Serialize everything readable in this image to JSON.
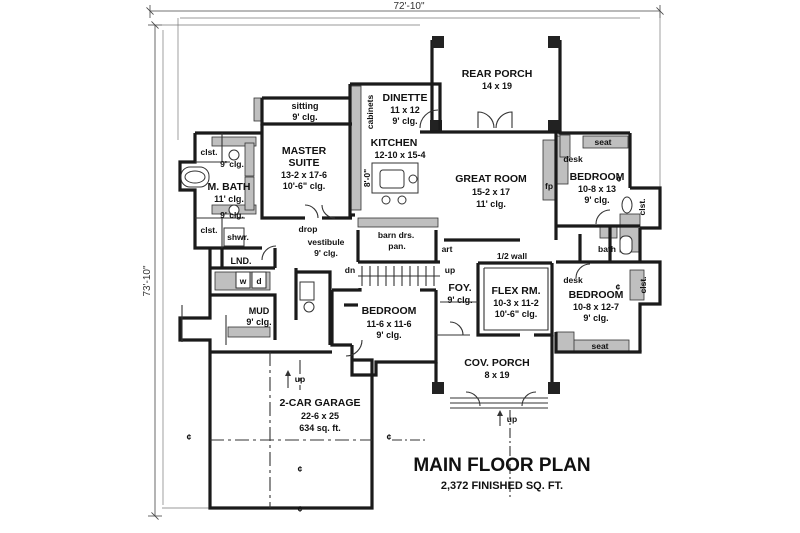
{
  "title": "MAIN FLOOR PLAN",
  "subtitle": "2,372 FINISHED SQ. FT.",
  "dimensions": {
    "width": "72'-10\"",
    "depth": "73'-10\""
  },
  "rooms": {
    "rear_porch": {
      "name": "REAR PORCH",
      "size": "14 x 19"
    },
    "dinette": {
      "name": "DINETTE",
      "size": "11 x 12",
      "ceiling": "9' clg."
    },
    "cabinets": "cabinets",
    "kitchen": {
      "name": "KITCHEN",
      "size": "12-10 x 15-4"
    },
    "island": "8'-0\"",
    "sitting": {
      "name": "sitting",
      "ceiling": "9' clg."
    },
    "master_suite": {
      "name1": "MASTER",
      "name2": "SUITE",
      "size": "13-2 x 17-6",
      "ceiling": "10'-6\" clg."
    },
    "great_room": {
      "name": "GREAT ROOM",
      "size": "15-2 x 17",
      "ceiling": "11' clg."
    },
    "fireplace": "fp",
    "bedroom_ne": {
      "name": "BEDROOM",
      "size": "10-8 x 13",
      "ceiling": "9' clg."
    },
    "desk_ne": "desk",
    "seat_ne": "seat",
    "closet_ne": "clst.",
    "bath": "bath",
    "bedroom_se": {
      "name": "BEDROOM",
      "size": "10-8 x 12-7",
      "ceiling": "9' clg."
    },
    "desk_se": "desk",
    "seat_se": "seat",
    "closet_se": "clst.",
    "m_bath": {
      "name": "M. BATH",
      "ceiling": "11' clg."
    },
    "closet_mb_top": "clst.",
    "closet_mb_top_clg": "9' clg.",
    "closet_mb_bot": "clst.",
    "closet_mb_bot_clg": "9' clg.",
    "shower": "shwr.",
    "drop": "drop",
    "vestibule": {
      "name": "vestibule",
      "ceiling": "9' clg."
    },
    "barn_doors": "barn drs.",
    "pantry": "pan.",
    "art": "art",
    "half_wall": "1/2 wall",
    "laundry": "LND.",
    "washer": "w",
    "dryer": "d",
    "mud": {
      "name": "MUD",
      "ceiling": "9' clg."
    },
    "dn": "dn",
    "up_stair": "up",
    "foyer": {
      "name": "FOY.",
      "ceiling": "9' clg."
    },
    "flex_room": {
      "name": "FLEX RM.",
      "size": "10-3 x 11-2",
      "ceiling": "10'-6\" clg."
    },
    "bedroom_center": {
      "name": "BEDROOM",
      "size": "11-6 x 11-6",
      "ceiling": "9' clg."
    },
    "cov_porch": {
      "name": "COV. PORCH",
      "size": "8 x 19"
    },
    "porch_up": "up",
    "garage_up": "up",
    "garage": {
      "name": "2-CAR GARAGE",
      "size": "22-6 x 25",
      "area": "634 sq. ft."
    }
  },
  "colors": {
    "wall": "#1a1a1a",
    "fill_gray": "#bfbfbf",
    "background": "#ffffff"
  },
  "icons": [
    "centerline-symbol",
    "arrow-up-icon"
  ]
}
